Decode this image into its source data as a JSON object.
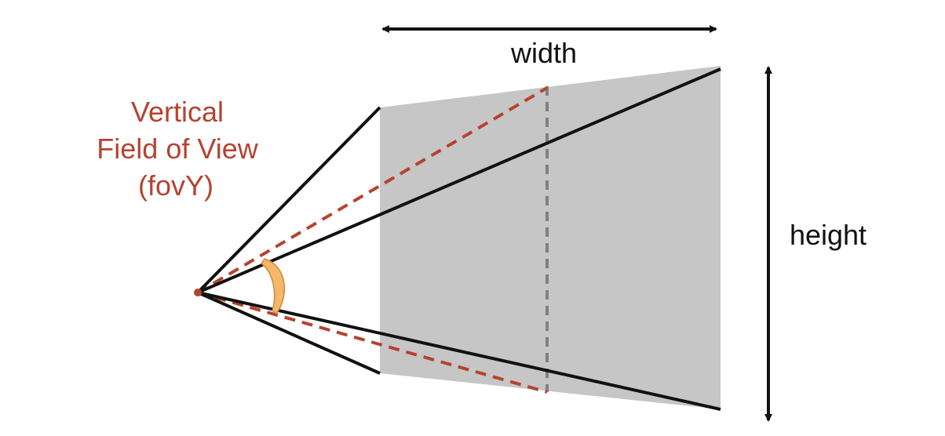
{
  "labels": {
    "width": "width",
    "height": "height",
    "fov_line1": "Vertical",
    "fov_line2": "Field of View",
    "fov_line3": "(fovY)"
  },
  "colors": {
    "background": "#ffffff",
    "plane_fill": "#c6c6c6",
    "frustum_lines": "#111111",
    "fov_dashed": "#b5432f",
    "center_dashed": "#808080",
    "fov_arc": "#f5b76a",
    "fov_text": "#b5432f",
    "label_text": "#111111"
  }
}
